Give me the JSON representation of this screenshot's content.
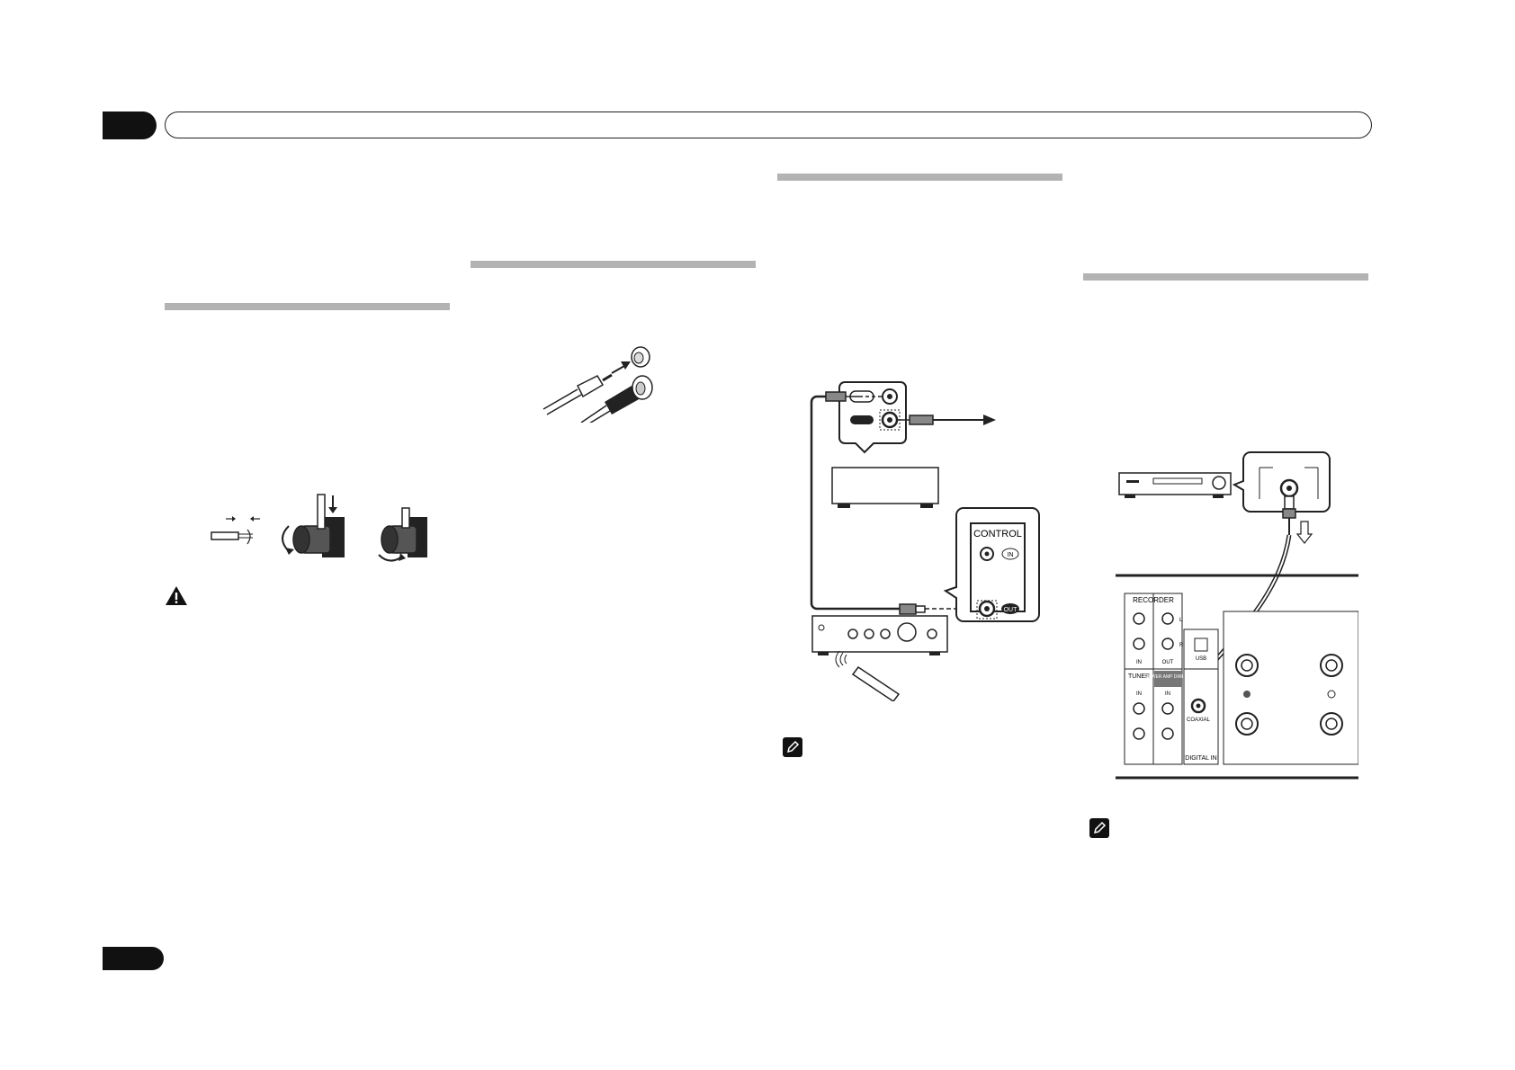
{
  "figures": {
    "control_panel": {
      "title": "CONTROL",
      "in_label": "IN",
      "out_label": "OUT"
    },
    "rear_panel": {
      "recorder_label": "RECORDER",
      "channel_l": "L",
      "channel_r": "R",
      "in_label": "IN",
      "out_label": "OUT",
      "tuner_label": "TUNER",
      "power_amp_direct_label": "POWER AMP DIRECT",
      "power_amp_in_label": "IN",
      "usb_label": "USB",
      "coaxial_label": "COAXIAL",
      "digital_in_label": "DIGITAL IN"
    }
  },
  "colors": {
    "section_rule": "#b3b3b3",
    "tab_black": "#111111",
    "line": "#222222"
  },
  "icons": {
    "caution": "warning-triangle-icon",
    "note": "pencil-note-icon"
  }
}
